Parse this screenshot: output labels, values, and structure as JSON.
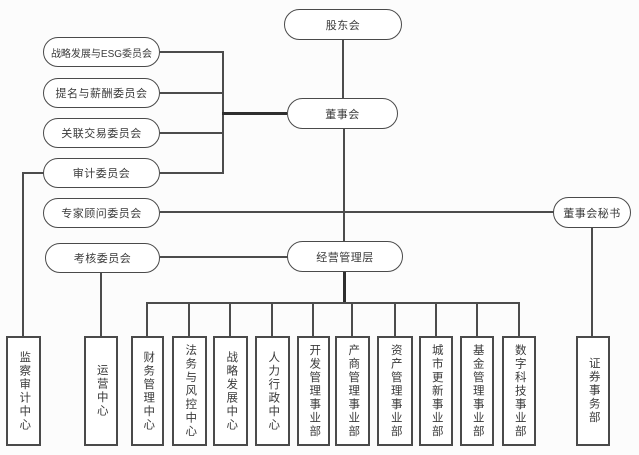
{
  "diagram": {
    "type": "org_chart",
    "colors": {
      "background": "#fcfcfc",
      "line": "#4c4c4c",
      "bold_line": "#2e2e2e",
      "box_border": "#4a4a4a",
      "box_fill": "#ffffff",
      "text": "#3a3a3a"
    },
    "nodes": {
      "shareholders": "股东会",
      "board": "董事会",
      "committees": [
        "战略发展与ESG委员会",
        "提名与薪酬委员会",
        "关联交易委员会",
        "审计委员会"
      ],
      "advisory": "专家顾问委员会",
      "assessment": "考核委员会",
      "management": "经营管理层",
      "secretary": "董事会秘书",
      "departments": [
        "监察审计中心",
        "运营中心",
        "财务管理中心",
        "法务与风控中心",
        "战略发展中心",
        "人力行政中心",
        "开发管理事业部",
        "产商管理事业部",
        "资产管理事业部",
        "城市更新事业部",
        "基金管理事业部",
        "数字科技事业部",
        "证券事务部"
      ]
    },
    "edges": [
      {
        "from": "股东会",
        "to": "董事会"
      },
      {
        "from": "董事会",
        "to": "战略发展与ESG委员会"
      },
      {
        "from": "董事会",
        "to": "提名与薪酬委员会"
      },
      {
        "from": "董事会",
        "to": "关联交易委员会"
      },
      {
        "from": "董事会",
        "to": "审计委员会"
      },
      {
        "from": "董事会",
        "to": "专家顾问委员会"
      },
      {
        "from": "董事会",
        "to": "董事会秘书"
      },
      {
        "from": "董事会",
        "to": "经营管理层"
      },
      {
        "from": "经营管理层",
        "to": "考核委员会"
      },
      {
        "from": "审计委员会",
        "to": "监察审计中心"
      },
      {
        "from": "考核委员会",
        "to": "运营中心"
      },
      {
        "from": "董事会秘书",
        "to": "证券事务部"
      },
      {
        "from": "经营管理层",
        "to": "财务管理中心"
      },
      {
        "from": "经营管理层",
        "to": "法务与风控中心"
      },
      {
        "from": "经营管理层",
        "to": "战略发展中心"
      },
      {
        "from": "经营管理层",
        "to": "人力行政中心"
      },
      {
        "from": "经营管理层",
        "to": "开发管理事业部"
      },
      {
        "from": "经营管理层",
        "to": "产商管理事业部"
      },
      {
        "from": "经营管理层",
        "to": "资产管理事业部"
      },
      {
        "from": "经营管理层",
        "to": "城市更新事业部"
      },
      {
        "from": "经营管理层",
        "to": "基金管理事业部"
      },
      {
        "from": "经营管理层",
        "to": "数字科技事业部"
      }
    ]
  }
}
